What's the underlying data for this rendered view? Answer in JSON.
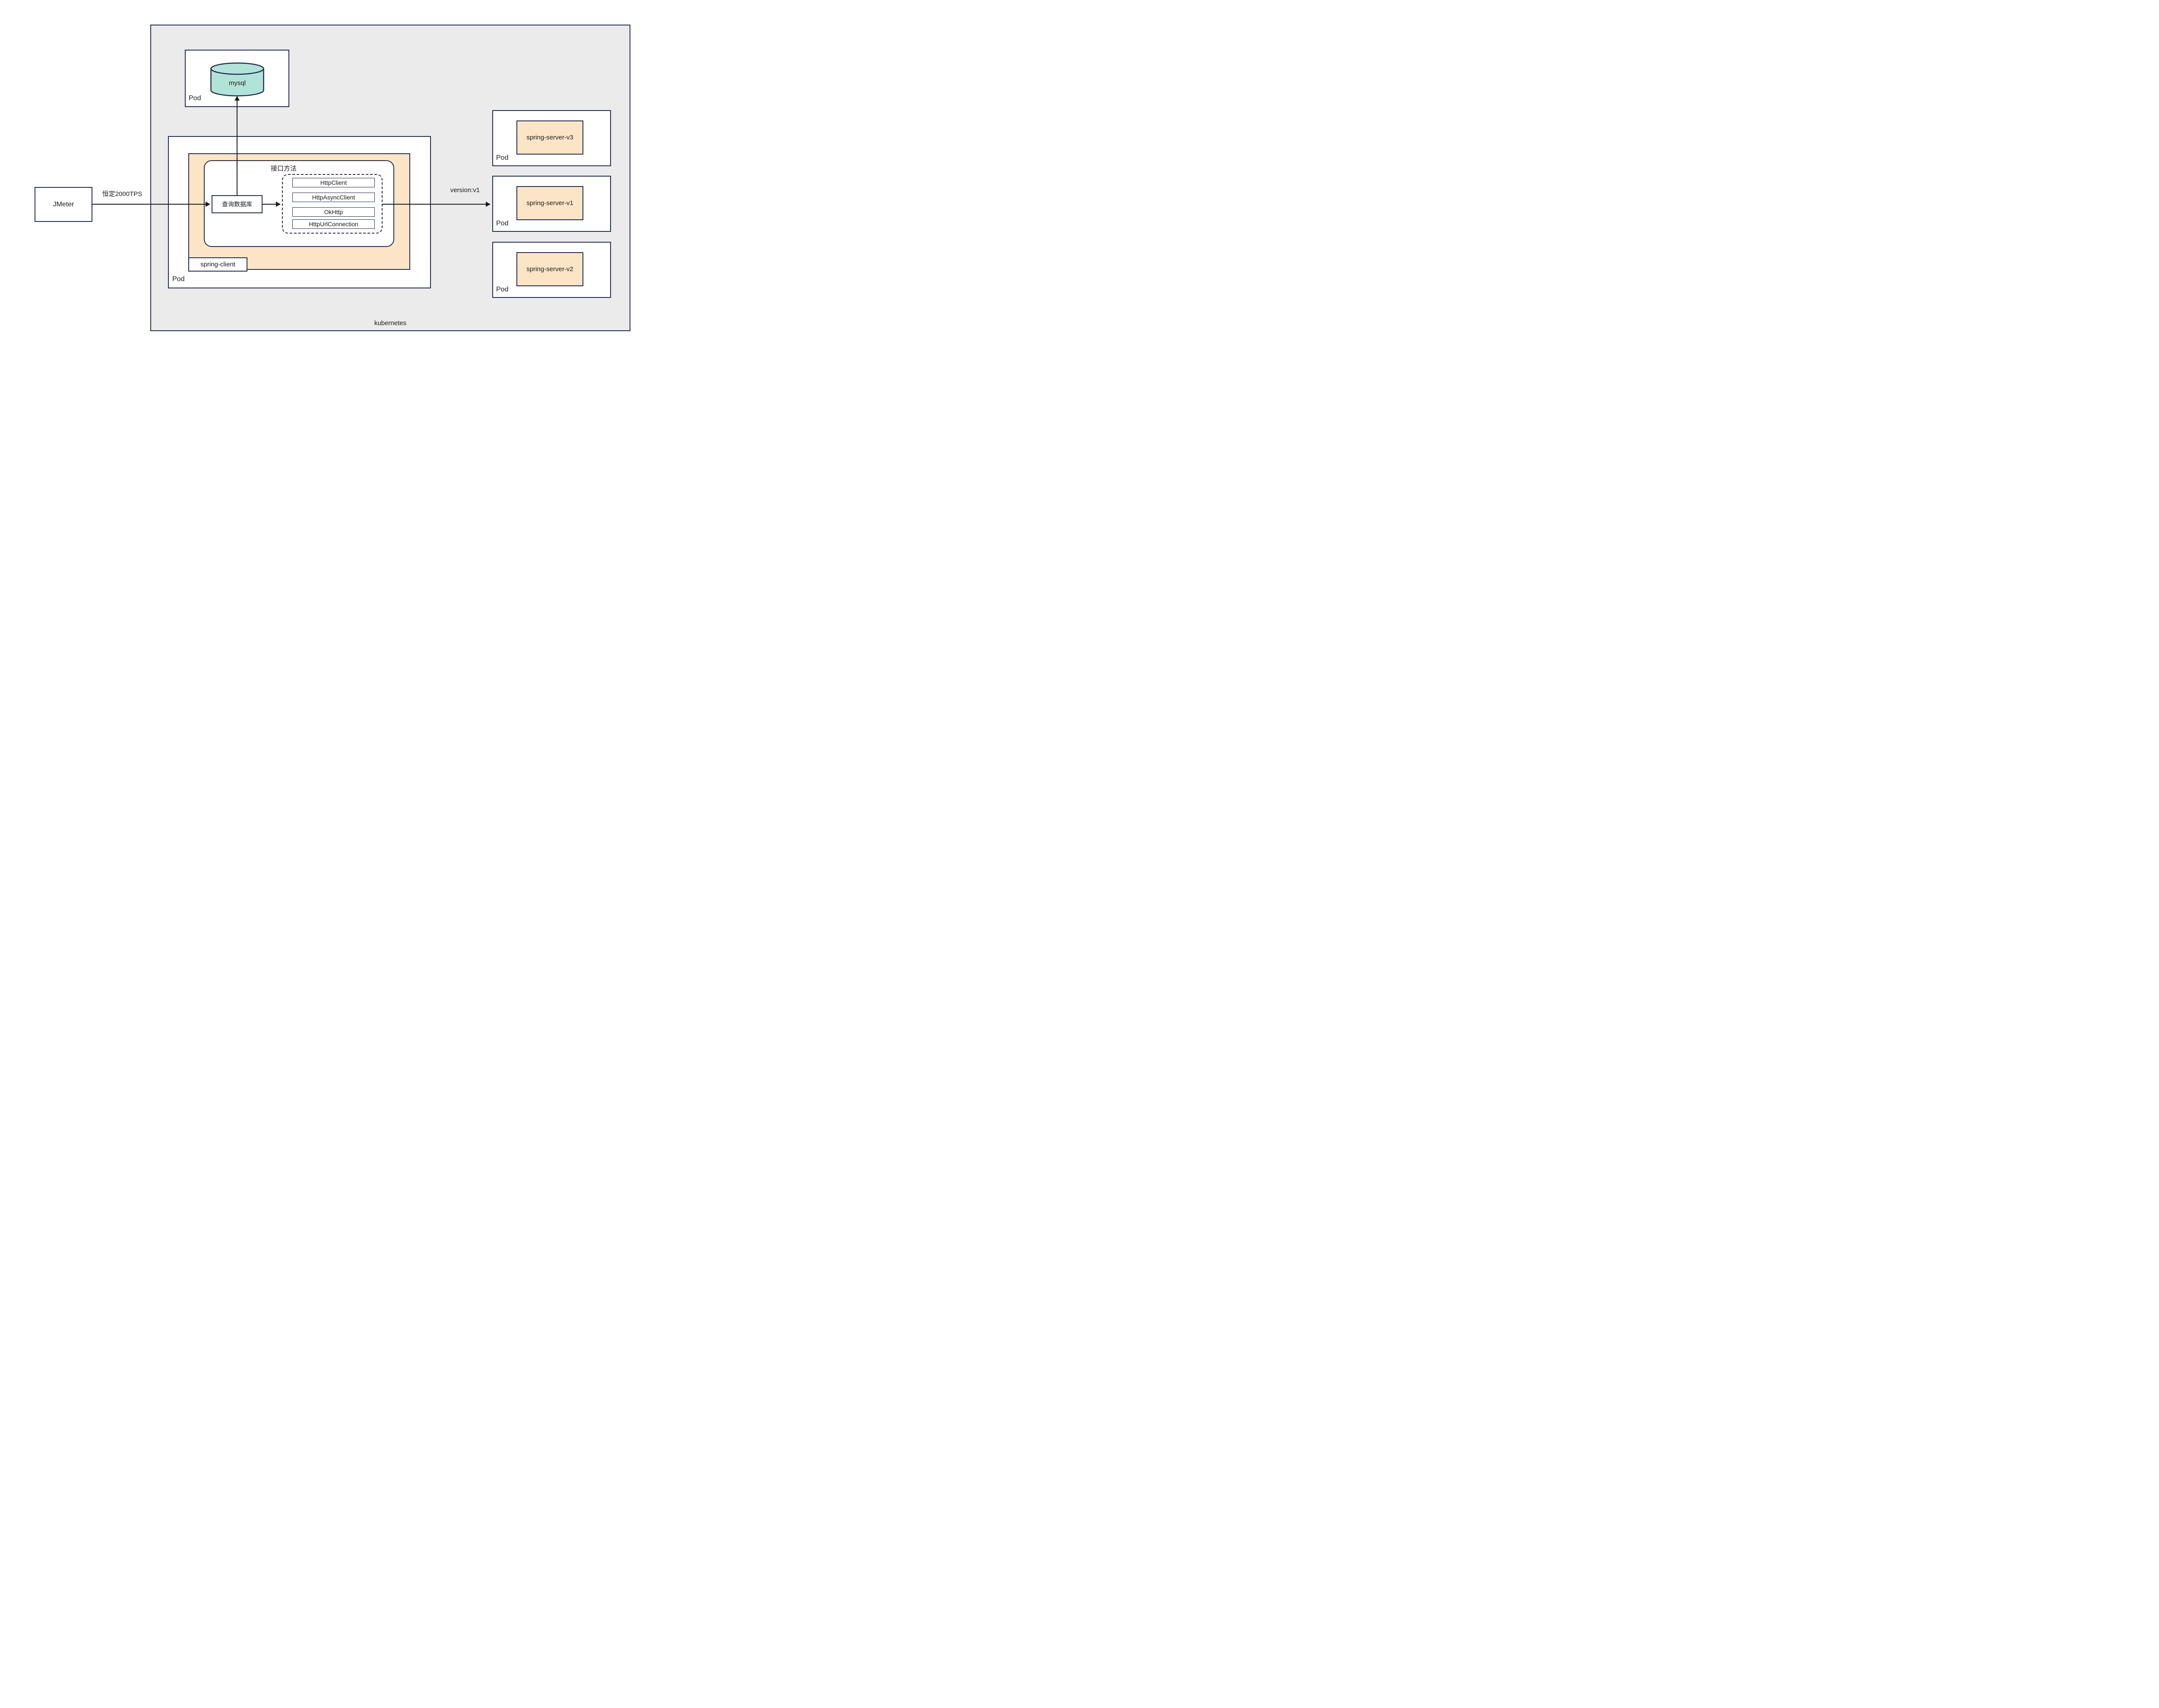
{
  "diagram": {
    "kubernetes_label": "kubernetes",
    "jmeter_label": "JMeter",
    "tps_label": "恒定2000TPS",
    "version_label": "version:v1",
    "pod_label": "Pod",
    "mysql_pod": {
      "db_label": "mysql"
    },
    "client_pod": {
      "container_label": "spring-client",
      "interface_title": "接口方法",
      "query_label": "查询数据库",
      "http_clients": [
        "HttpClient",
        "HttpAsyncClient",
        "OkHttp",
        "HttpUrlConnection"
      ]
    },
    "server_pods": [
      {
        "name": "spring-server-v3"
      },
      {
        "name": "spring-server-v1"
      },
      {
        "name": "spring-server-v2"
      }
    ],
    "colors": {
      "border_navy": "#232c4d",
      "container_orange": "#fce5c6",
      "database_teal": "#b2e3d9",
      "cluster_gray": "#ebebeb",
      "arrow_black": "#1a1a1a",
      "text_black": "#1a1a1a"
    }
  }
}
